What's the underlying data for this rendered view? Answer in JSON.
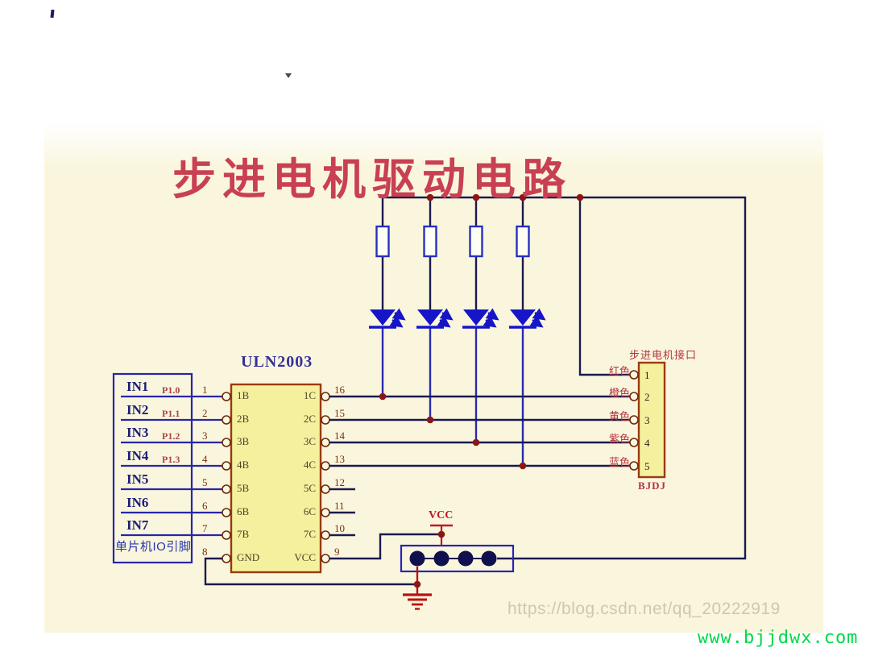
{
  "page": {
    "title": "步进电机驱动电路",
    "watermark": "https://blog.csdn.net/qq_20222919",
    "site_url": "www.bjjdwx.com"
  },
  "colors": {
    "title_red": "#c84052",
    "wire_navy": "#1a1a50",
    "wire_blue": "#2626a8",
    "component_blue": "#1616c8",
    "chip_fill": "#f4f09d",
    "chip_border": "#9a3a10",
    "junction_red": "#8c1616",
    "ground_red": "#bb1111",
    "vcc_red": "#c01828",
    "label_red": "#b23440",
    "url_green": "#00d94a"
  },
  "mcu": {
    "box_label": "单片机IO引脚",
    "rows": [
      {
        "name": "IN1",
        "port": "P1.0",
        "pin": "1"
      },
      {
        "name": "IN2",
        "port": "P1.1",
        "pin": "2"
      },
      {
        "name": "IN3",
        "port": "P1.2",
        "pin": "3"
      },
      {
        "name": "IN4",
        "port": "P1.3",
        "pin": "4"
      },
      {
        "name": "IN5",
        "port": "",
        "pin": "5"
      },
      {
        "name": "IN6",
        "port": "",
        "pin": "6"
      },
      {
        "name": "IN7",
        "port": "",
        "pin": "7"
      }
    ],
    "gnd_pin": "8"
  },
  "chip": {
    "name": "ULN2003",
    "left_labels": [
      "1B",
      "2B",
      "3B",
      "4B",
      "5B",
      "6B",
      "7B",
      "GND"
    ],
    "right_labels": [
      "1C",
      "2C",
      "3C",
      "4C",
      "5C",
      "6C",
      "7C",
      "VCC"
    ],
    "right_numbers": [
      "16",
      "15",
      "14",
      "13",
      "12",
      "11",
      "10",
      "9"
    ]
  },
  "connector": {
    "title": "步进电机接口",
    "ref": "BJDJ",
    "pin_numbers": [
      "1",
      "2",
      "3",
      "4",
      "5"
    ],
    "wire_labels": [
      "红色",
      "橙色",
      "黄色",
      "紫色",
      "蓝色"
    ]
  },
  "power": {
    "vcc": "VCC"
  }
}
